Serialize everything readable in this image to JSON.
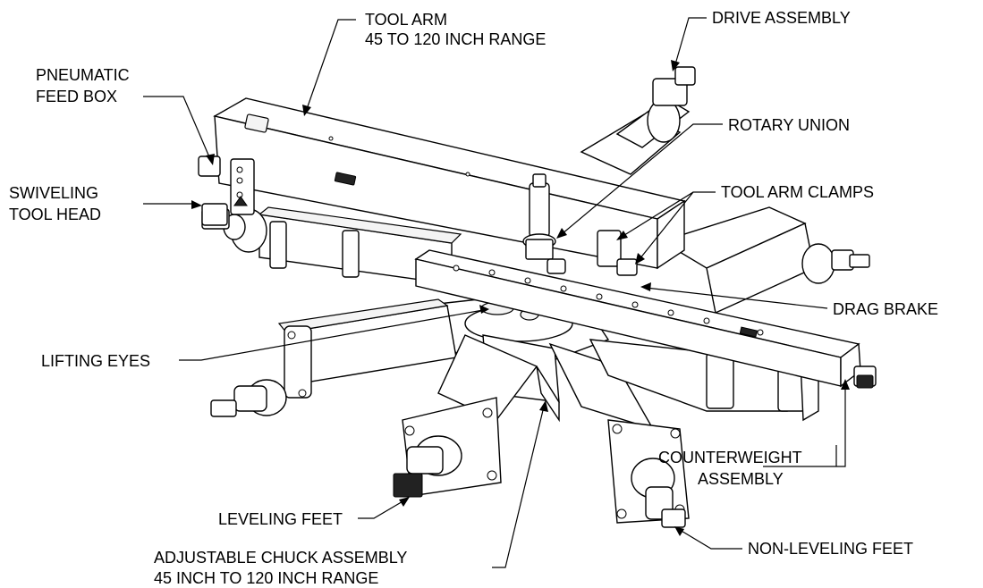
{
  "labels": {
    "tool_arm": [
      "TOOL ARM",
      "45 TO 120 INCH RANGE"
    ],
    "drive_assembly": [
      "DRIVE ASSEMBLY"
    ],
    "pneumatic_feed_box": [
      "PNEUMATIC",
      "FEED BOX"
    ],
    "rotary_union": [
      "ROTARY UNION"
    ],
    "swiveling_tool_head": [
      "SWIVELING",
      "TOOL HEAD"
    ],
    "tool_arm_clamps": [
      "TOOL ARM CLAMPS"
    ],
    "drag_brake": [
      "DRAG BRAKE"
    ],
    "lifting_eyes": [
      "LIFTING EYES"
    ],
    "counterweight_assembly": [
      "COUNTERWEIGHT",
      "ASSEMBLY"
    ],
    "leveling_feet": [
      "LEVELING FEET"
    ],
    "non_leveling_feet": [
      "NON-LEVELING FEET"
    ],
    "adjustable_chuck_assembly": [
      "ADJUSTABLE CHUCK ASSEMBLY",
      "45 INCH TO 120 INCH RANGE"
    ]
  },
  "colors": {
    "line": "#000000",
    "background": "#ffffff"
  }
}
